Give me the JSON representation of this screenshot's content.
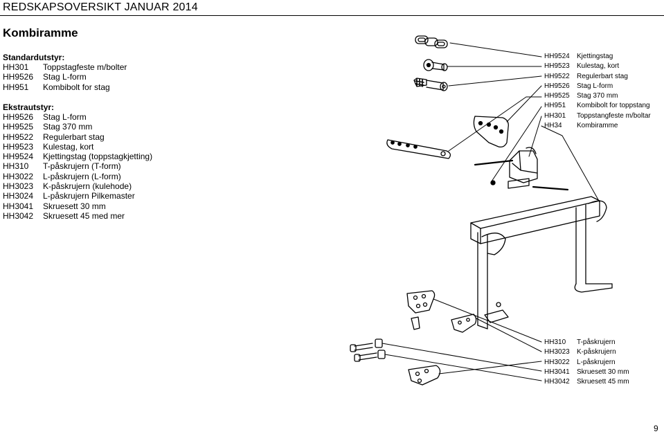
{
  "header": {
    "title": "REDSKAPSOVERSIKT  JANUAR 2014"
  },
  "section": {
    "title": "Kombiramme"
  },
  "standard": {
    "title": "Standardutstyr:",
    "items": [
      {
        "code": "HH301",
        "desc": "Toppstagfeste m/bolter"
      },
      {
        "code": "HH9526",
        "desc": "Stag L-form"
      },
      {
        "code": "HH951",
        "desc": "Kombibolt for stag"
      }
    ]
  },
  "extra": {
    "title": "Ekstrautstyr:",
    "items": [
      {
        "code": "HH9526",
        "desc": "Stag L-form"
      },
      {
        "code": "HH9525",
        "desc": "Stag 370 mm"
      },
      {
        "code": "HH9522",
        "desc": "Regulerbart stag"
      },
      {
        "code": "HH9523",
        "desc": "Kulestag, kort"
      },
      {
        "code": "HH9524",
        "desc": "Kjettingstag (toppstagkjetting)"
      },
      {
        "code": "HH310",
        "desc": "T-påskrujern (T-form)"
      },
      {
        "code": "HH3022",
        "desc": "L-påskrujern (L-form)"
      },
      {
        "code": "HH3023",
        "desc": "K-påskrujern (kulehode)"
      },
      {
        "code": "HH3024",
        "desc": "L-påskrujern Pilkemaster"
      },
      {
        "code": "HH3041",
        "desc": "Skruesett 30 mm"
      },
      {
        "code": "HH3042",
        "desc": "Skruesett 45 med mer"
      }
    ]
  },
  "diagram": {
    "top_labels": [
      {
        "code": "HH9524",
        "desc": "Kjettingstag"
      },
      {
        "code": "HH9523",
        "desc": "Kulestag, kort"
      },
      {
        "code": "HH9522",
        "desc": "Regulerbart stag"
      },
      {
        "code": "HH9526",
        "desc": "Stag L-form"
      },
      {
        "code": "HH9525",
        "desc": "Stag 370 mm"
      },
      {
        "code": "HH951",
        "desc": "Kombibolt for toppstang"
      },
      {
        "code": "HH301",
        "desc": "Toppstangfeste m/boltar"
      },
      {
        "code": "HH34",
        "desc": "Kombiramme"
      }
    ],
    "bottom_labels": [
      {
        "code": "HH310",
        "desc": "T-påskrujern"
      },
      {
        "code": "HH3023",
        "desc": "K-påskrujern"
      },
      {
        "code": "HH3022",
        "desc": "L-påskrujern"
      },
      {
        "code": "HH3041",
        "desc": "Skruesett 30 mm"
      },
      {
        "code": "HH3042",
        "desc": "Skruesett 45 mm"
      }
    ]
  },
  "footer": {
    "page_number": "9"
  }
}
